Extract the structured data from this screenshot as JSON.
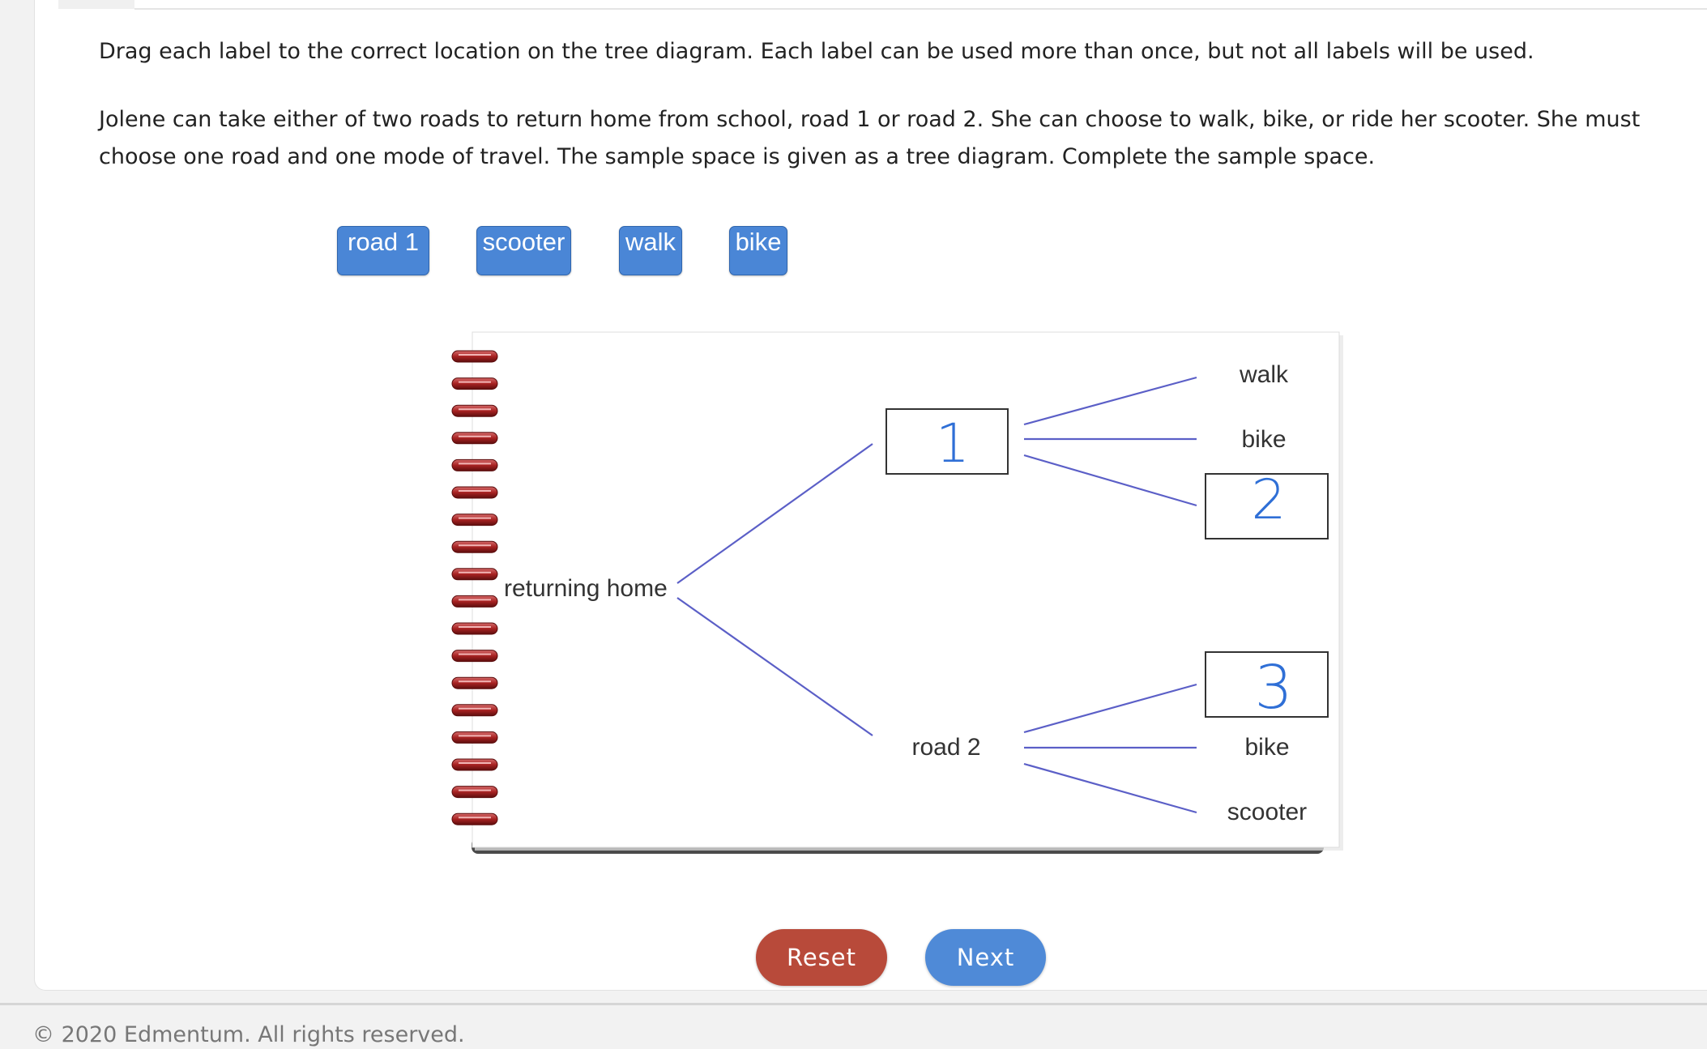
{
  "instructions": {
    "line1": "Drag each label to the correct location on the tree diagram. Each label can be used more than once, but not all labels will be used.",
    "line2": "Jolene can take either of two roads to return home from school, road 1 or road 2. She can choose to walk, bike, or ride her scooter. She must choose one road and one mode of travel. The sample space is given as a tree diagram. Complete the sample space."
  },
  "labels": [
    "road 1",
    "scooter",
    "walk",
    "bike"
  ],
  "tree": {
    "root": "returning home",
    "branch1": {
      "node_box_marker": "1",
      "leaves": {
        "walk": "walk",
        "bike": "bike",
        "box_marker": "2"
      }
    },
    "branch2": {
      "node": "road 2",
      "leaves": {
        "box_marker": "3",
        "bike": "bike",
        "scooter": "scooter"
      }
    }
  },
  "buttons": {
    "reset": "Reset",
    "next": "Next"
  },
  "footer": "© 2020 Edmentum. All rights reserved.",
  "colors": {
    "chip_fill": "#4a86d6",
    "branch_line": "#5b5fc7",
    "marker_ink": "#2f6fd6",
    "reset": "#b84a3a",
    "next": "#4f8ad7"
  }
}
